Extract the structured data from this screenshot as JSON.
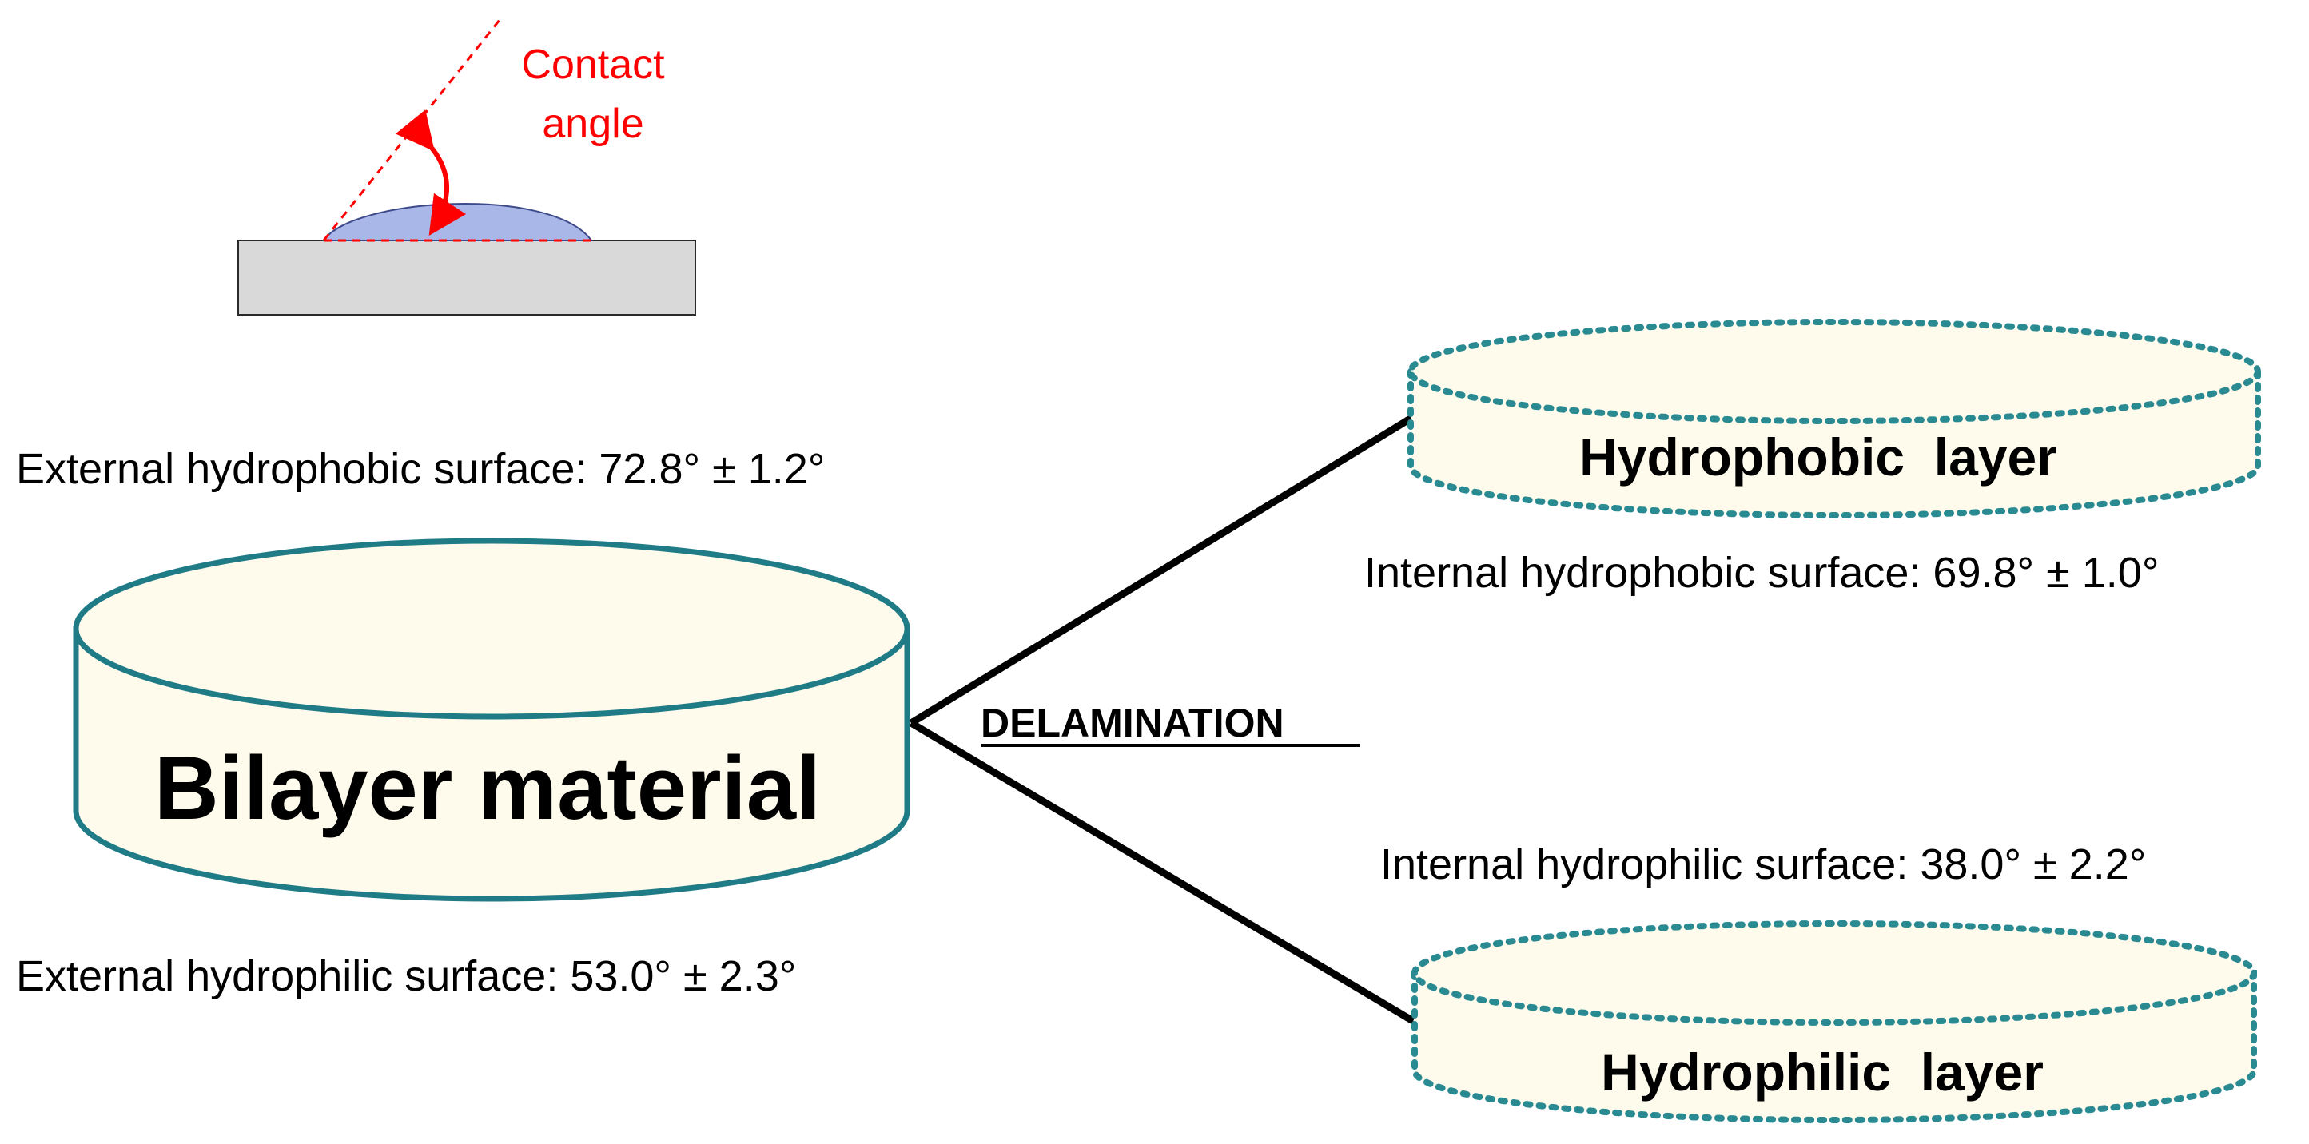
{
  "colors": {
    "cylinder_fill": "#fefaec",
    "solid_outline": "#1f7b86",
    "dotted_outline": "#2a8a92",
    "droplet_fill": "#a9b7e8",
    "substrate_fill": "#d9d9d9",
    "annotation_red": "#ff0000",
    "arrow": "#000000"
  },
  "inset": {
    "label_line1": "Contact",
    "label_line2": "angle"
  },
  "labels": {
    "external_hydrophobic": "External hydrophobic surface: 72.8° ± 1.2°",
    "external_hydrophilic": "External hydrophilic surface: 53.0° ± 2.3°",
    "bilayer": "Bilayer material",
    "delamination": "DELAMINATION",
    "hydrophobic_layer": "Hydrophobic  layer",
    "internal_hydrophobic": "Internal hydrophobic surface: 69.8° ± 1.0°",
    "internal_hydrophilic": "Internal hydrophilic surface: 38.0° ± 2.2°",
    "hydrophilic_layer": "Hydrophilic  layer"
  }
}
